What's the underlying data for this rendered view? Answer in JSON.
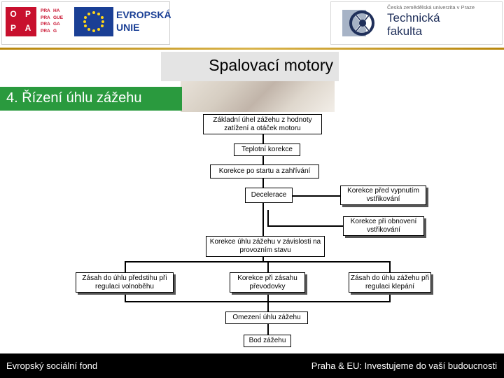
{
  "header": {
    "oppa_letters": [
      "O",
      "P",
      "P",
      "A"
    ],
    "praha_grid": [
      "PRA",
      "HA",
      "PRA",
      "GUE",
      "PRA",
      "GA",
      "PRA",
      "G"
    ],
    "eu_label_line1": "EVROPSKÁ",
    "eu_label_line2": "UNIE",
    "university": "Česká zemědělská univerzita v Praze",
    "faculty_line1": "Technická",
    "faculty_line2": "fakulta"
  },
  "title": "Spalovací motory",
  "subtitle": "4. Řízení úhlu zážehu",
  "diagram": {
    "nodes": {
      "base": "Základní úhel zážehu z hodnoty zatížení a otáček motoru",
      "temp": "Teplotní korekce",
      "start": "Korekce po startu a zahřívání",
      "decel": "Decelerace",
      "cutoff": "Korekce před vypnutím vstřikování",
      "restore": "Korekce při obnovení vstřikování",
      "opstate": "Korekce úhlu zážehu v závislosti na provozním stavu",
      "idle": "Zásah do úhlu předstihu při regulaci volnoběhu",
      "gearbox": "Korekce při zásahu převodovky",
      "knock": "Zásah do úhlu zážehu při regulaci klepání",
      "limit": "Omezení úhlu zážehu",
      "point": "Bod zážehu"
    }
  },
  "footer": {
    "left": "Evropský sociální fond",
    "right": "Praha & EU: Investujeme do vaší budoucnosti"
  }
}
